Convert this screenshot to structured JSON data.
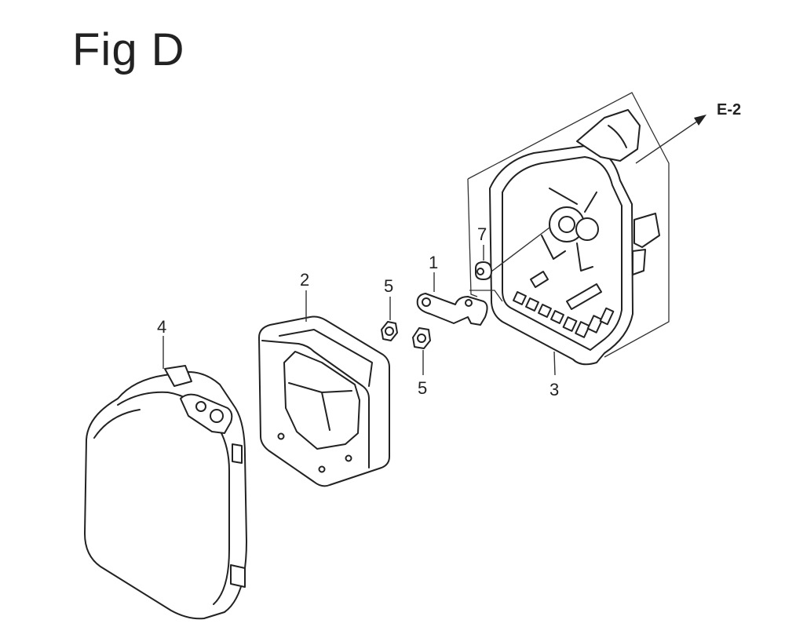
{
  "title": "Fig D",
  "callouts": {
    "p1": "1",
    "p2": "2",
    "p3": "3",
    "p4": "4",
    "p5a": "5",
    "p5b": "5",
    "p7": "7"
  },
  "reference": "E-2"
}
